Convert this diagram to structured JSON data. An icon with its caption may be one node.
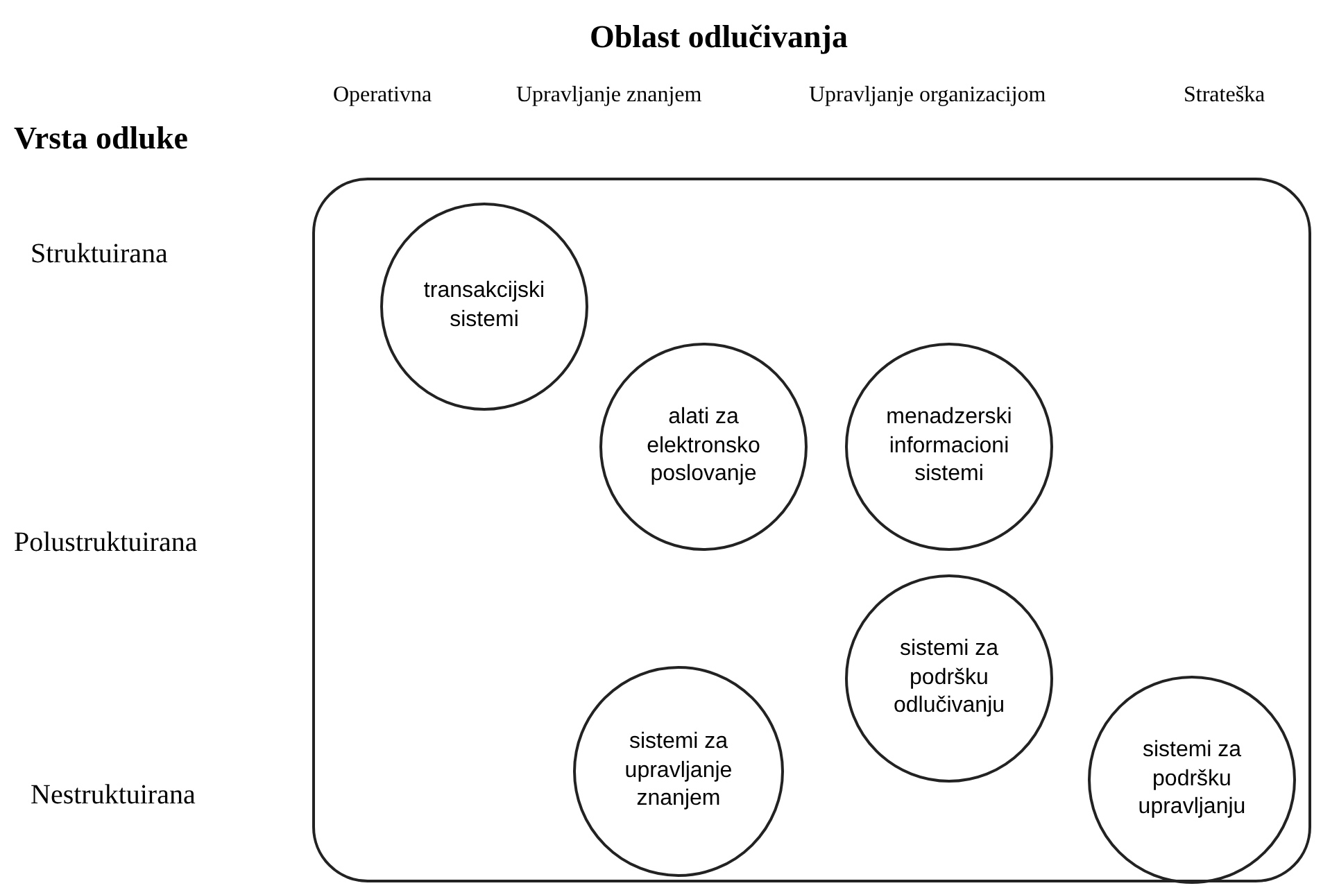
{
  "diagram": {
    "nodes": [
      {
        "text": [],
        "shape": "box"
      },
      {
        "text": [
          "transakcijski sistemi"
        ],
        "in": 0
      },
      {
        "text": [
          "alati za elektronsko poslovanje"
        ],
        "in": 0
      },
      {
        "text": [
          "menadzerski informacioni sistemi"
        ],
        "in": 0
      },
      {
        "text": [
          "sistemi za podršku odlučivanju"
        ],
        "in": 0
      },
      {
        "text": [
          "sistemi za upravljanje znanjem"
        ],
        "in": 0
      },
      {
        "text": [
          "sistemi za podršku upravljanju"
        ],
        "in": 0
      }
    ],
    "labels": [
      "Oblast odlučivanja",
      "Operativna",
      "Upravljanje znanjem",
      "Upravljanje organizacijom",
      "Strateška",
      "Vrsta odluke",
      "Struktuirana",
      "Polustruktuirana",
      "Nestruktuirana"
    ]
  }
}
